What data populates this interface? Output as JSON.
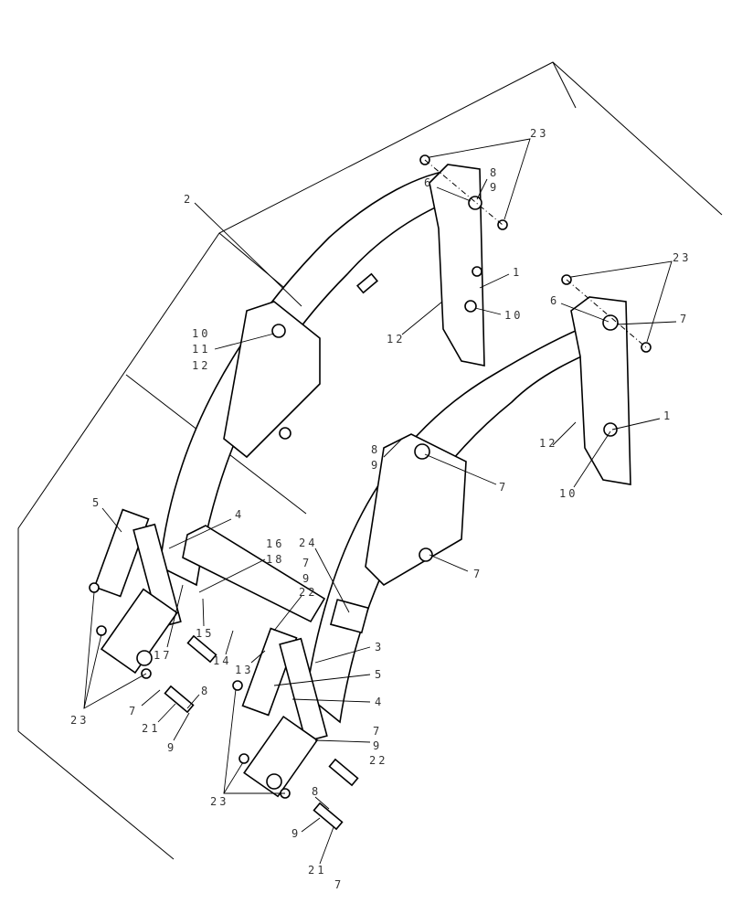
{
  "diagram": {
    "callouts": [
      {
        "id": "c23a",
        "text": "23"
      },
      {
        "id": "c8a",
        "text": "8"
      },
      {
        "id": "c9a",
        "text": "9"
      },
      {
        "id": "c6a",
        "text": "6"
      },
      {
        "id": "c2",
        "text": "2"
      },
      {
        "id": "c1a",
        "text": "1"
      },
      {
        "id": "c10a",
        "text": "10"
      },
      {
        "id": "c12a",
        "text": "12"
      },
      {
        "id": "c23b",
        "text": "23"
      },
      {
        "id": "c6b",
        "text": "6"
      },
      {
        "id": "c7a",
        "text": "7"
      },
      {
        "id": "c10b",
        "text": "10"
      },
      {
        "id": "c11",
        "text": "11"
      },
      {
        "id": "c12b",
        "text": "12"
      },
      {
        "id": "c1b",
        "text": "1"
      },
      {
        "id": "c12c",
        "text": "12"
      },
      {
        "id": "c10c",
        "text": "10"
      },
      {
        "id": "c8b",
        "text": "8"
      },
      {
        "id": "c9b",
        "text": "9"
      },
      {
        "id": "c7b",
        "text": "7"
      },
      {
        "id": "c7c",
        "text": "7"
      },
      {
        "id": "c5a",
        "text": "5"
      },
      {
        "id": "c4a",
        "text": "4"
      },
      {
        "id": "c24",
        "text": "24"
      },
      {
        "id": "c16",
        "text": "16"
      },
      {
        "id": "c18",
        "text": "18"
      },
      {
        "id": "c7d",
        "text": "7"
      },
      {
        "id": "c9c",
        "text": "9"
      },
      {
        "id": "c22a",
        "text": "22"
      },
      {
        "id": "c15",
        "text": "15"
      },
      {
        "id": "c17",
        "text": "17"
      },
      {
        "id": "c14",
        "text": "14"
      },
      {
        "id": "c13",
        "text": "13"
      },
      {
        "id": "c3",
        "text": "3"
      },
      {
        "id": "c5b",
        "text": "5"
      },
      {
        "id": "c4b",
        "text": "4"
      },
      {
        "id": "c23c",
        "text": "23"
      },
      {
        "id": "c7e",
        "text": "7"
      },
      {
        "id": "c8c",
        "text": "8"
      },
      {
        "id": "c21a",
        "text": "21"
      },
      {
        "id": "c9d",
        "text": "9"
      },
      {
        "id": "c7f",
        "text": "7"
      },
      {
        "id": "c9e",
        "text": "9"
      },
      {
        "id": "c22b",
        "text": "22"
      },
      {
        "id": "c23d",
        "text": "23"
      },
      {
        "id": "c8d",
        "text": "8"
      },
      {
        "id": "c9f",
        "text": "9"
      },
      {
        "id": "c21b",
        "text": "21"
      },
      {
        "id": "c7g",
        "text": "7"
      }
    ]
  }
}
